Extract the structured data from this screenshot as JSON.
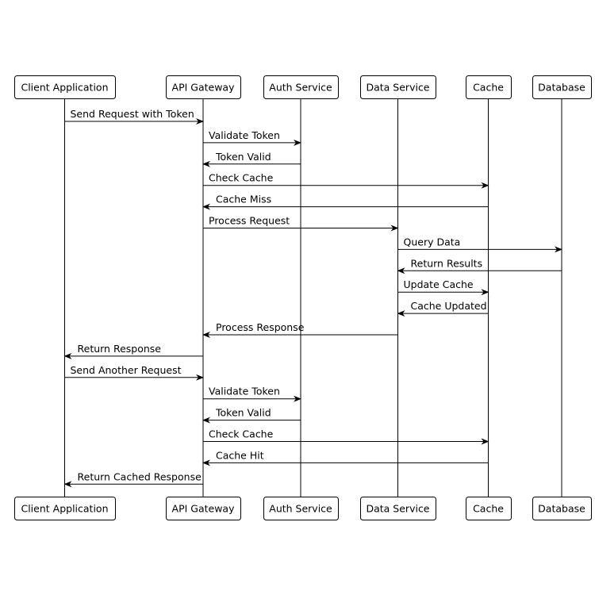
{
  "diagram": {
    "type": "sequence",
    "participants": [
      "Client Application",
      "API Gateway",
      "Auth Service",
      "Data Service",
      "Cache",
      "Database"
    ],
    "messages": [
      {
        "from": 0,
        "to": 1,
        "label": "Send Request with Token"
      },
      {
        "from": 1,
        "to": 2,
        "label": "Validate Token"
      },
      {
        "from": 2,
        "to": 1,
        "label": "Token Valid"
      },
      {
        "from": 1,
        "to": 4,
        "label": "Check Cache"
      },
      {
        "from": 4,
        "to": 1,
        "label": "Cache Miss"
      },
      {
        "from": 1,
        "to": 3,
        "label": "Process Request"
      },
      {
        "from": 3,
        "to": 5,
        "label": "Query Data"
      },
      {
        "from": 5,
        "to": 3,
        "label": "Return Results"
      },
      {
        "from": 3,
        "to": 4,
        "label": "Update Cache"
      },
      {
        "from": 4,
        "to": 3,
        "label": "Cache Updated"
      },
      {
        "from": 3,
        "to": 1,
        "label": "Process Response"
      },
      {
        "from": 1,
        "to": 0,
        "label": "Return Response"
      },
      {
        "from": 0,
        "to": 1,
        "label": "Send Another Request"
      },
      {
        "from": 1,
        "to": 2,
        "label": "Validate Token"
      },
      {
        "from": 2,
        "to": 1,
        "label": "Token Valid"
      },
      {
        "from": 1,
        "to": 4,
        "label": "Check Cache"
      },
      {
        "from": 4,
        "to": 1,
        "label": "Cache Hit"
      },
      {
        "from": 1,
        "to": 0,
        "label": "Return Cached Response"
      }
    ],
    "colors": {
      "line": "#000000",
      "box_fill": "#ffffff"
    }
  }
}
